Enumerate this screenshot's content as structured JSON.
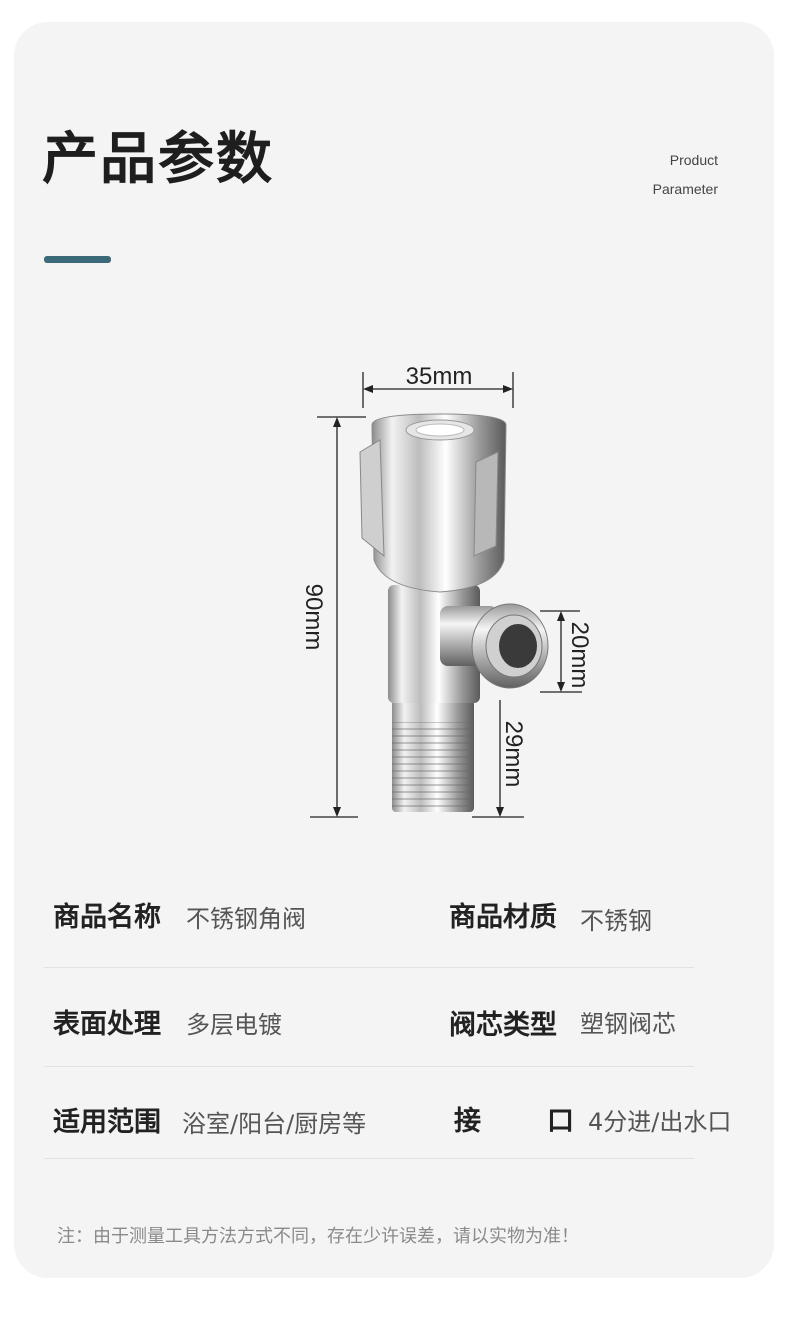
{
  "header": {
    "title": "产品参数",
    "subtitle_line1": "Product",
    "subtitle_line2": "Parameter",
    "accent_color": "#3a6978"
  },
  "diagram": {
    "width_label": "35mm",
    "height_label": "90mm",
    "outlet_label": "20mm",
    "inlet_label": "29mm"
  },
  "specs": [
    {
      "label": "商品名称",
      "value": "不锈钢角阀"
    },
    {
      "label": "商品材质",
      "value": "不锈钢"
    },
    {
      "label": "表面处理",
      "value": "多层电镀"
    },
    {
      "label": "阀芯类型",
      "value": "塑钢阀芯"
    },
    {
      "label": "适用范围",
      "value": "浴室/阳台/厨房等"
    },
    {
      "label": "接　　口",
      "value": "4分进/出水口"
    }
  ],
  "note": "注：由于测量工具方法方式不同，存在少许误差，请以实物为准！"
}
